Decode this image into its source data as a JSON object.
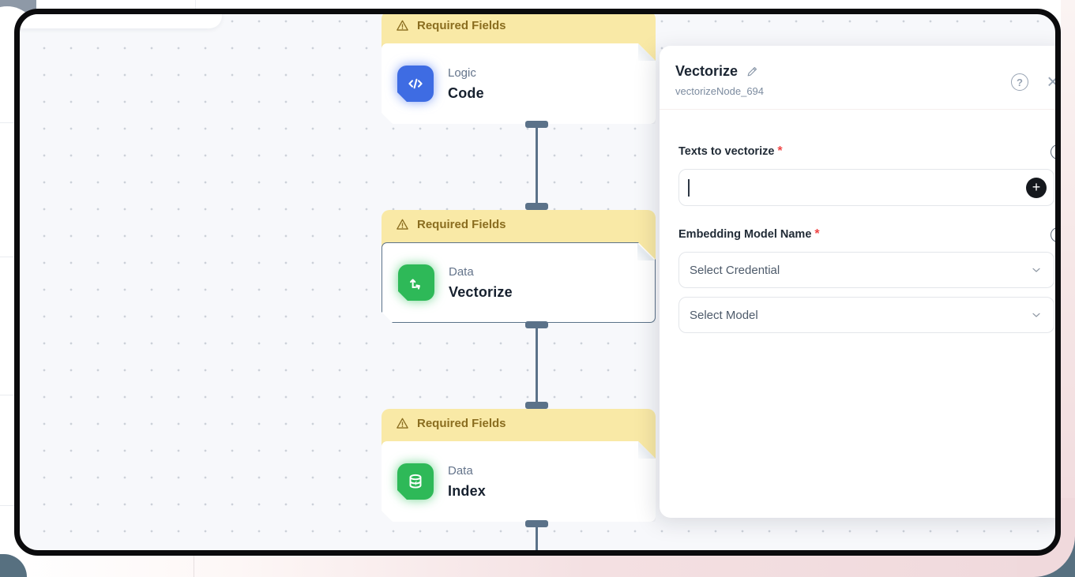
{
  "canvas": {
    "nodes": [
      {
        "category": "Logic",
        "title": "Code",
        "banner": "Required Fields",
        "icon": "code-icon",
        "selected": false
      },
      {
        "category": "Data",
        "title": "Vectorize",
        "banner": "Required Fields",
        "icon": "vector-icon",
        "selected": true
      },
      {
        "category": "Data",
        "title": "Index",
        "banner": "Required Fields",
        "icon": "database-icon",
        "selected": false
      }
    ]
  },
  "panel": {
    "title": "Vectorize",
    "node_id": "vectorizeNode_694",
    "required_mark": "*",
    "help_glyph": "?",
    "close_glyph": "×",
    "add_glyph": "+",
    "info_glyph": "i",
    "fields": [
      {
        "label": "Texts to vectorize",
        "value": ""
      },
      {
        "label": "Embedding Model Name"
      }
    ],
    "selects": [
      {
        "placeholder": "Select Credential"
      },
      {
        "placeholder": "Select Model"
      }
    ]
  },
  "colors": {
    "accent_blue": "#3e6ce3",
    "accent_green": "#2eb958",
    "banner_bg": "#f9e9a6",
    "banner_text": "#8a6d1f",
    "connector": "#5b7289",
    "required": "#ef4444"
  }
}
